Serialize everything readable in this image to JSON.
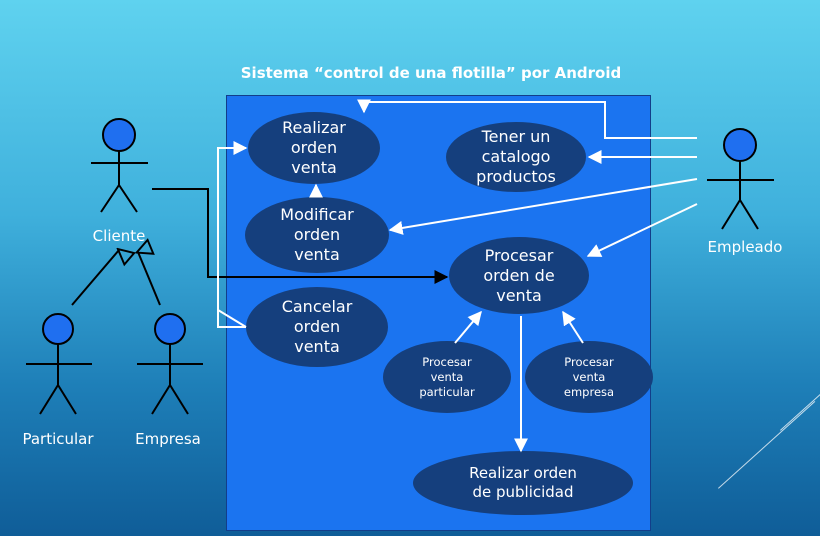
{
  "title": "Sistema “control de una flotilla” por Android",
  "actors": {
    "cliente": "Cliente",
    "empleado": "Empleado",
    "particular": "Particular",
    "empresa": "Empresa"
  },
  "use_cases": {
    "realizar_orden_venta": "Realizar\norden\nventa",
    "tener_catalogo": "Tener un\ncatalogo\nproductos",
    "modificar_orden_venta": "Modificar\norden\nventa",
    "procesar_orden_venta": "Procesar\norden de\nventa",
    "cancelar_orden_venta": "Cancelar\norden\nventa",
    "procesar_venta_particular": "Procesar\nventa\nparticular",
    "procesar_venta_empresa": "Procesar\nventa\nempresa",
    "realizar_orden_publicidad": "Realizar orden\nde publicidad"
  },
  "colors": {
    "background_top": "#5fd2ef",
    "background_bottom": "#0f5d98",
    "system_box": "#1b74f0",
    "use_case_fill": "#153f7d",
    "actor_head": "#1f6ff0",
    "text": "#ffffff"
  }
}
